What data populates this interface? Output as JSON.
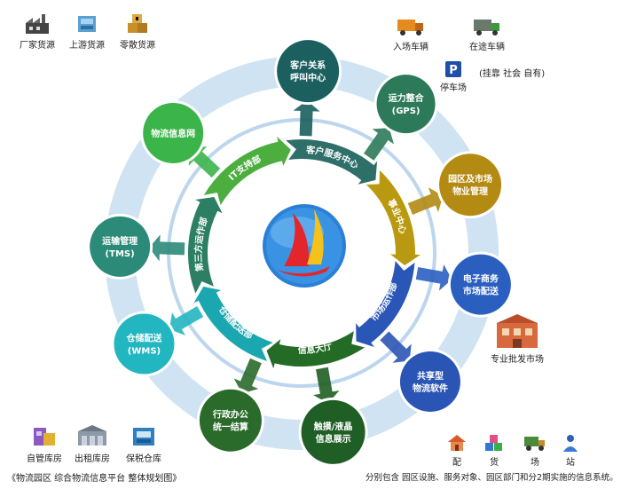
{
  "top_left_sources": [
    {
      "label": "厂家货源",
      "icon": "factory-icon"
    },
    {
      "label": "上游货源",
      "icon": "upstream-goods-icon"
    },
    {
      "label": "零散货源",
      "icon": "boxes-icon"
    }
  ],
  "top_right_vehicles": [
    {
      "label": "入场车辆",
      "icon": "truck-icon"
    },
    {
      "label": "在途车辆",
      "icon": "truck-green-icon"
    }
  ],
  "parking": {
    "label": "停车场",
    "note": "(挂靠   社会  自有)",
    "icon": "parking-icon"
  },
  "outer_nodes": [
    {
      "id": "crm",
      "lines": [
        "客户关系",
        "呼叫中心"
      ],
      "color": "#1b5f5f"
    },
    {
      "id": "gps",
      "lines": [
        "运力整合",
        "(GPS)"
      ],
      "color": "#2d7a5a"
    },
    {
      "id": "park-mgmt",
      "lines": [
        "园区及市场",
        "物业管理"
      ],
      "color": "#b38a12"
    },
    {
      "id": "ecommerce",
      "lines": [
        "电子商务",
        "市场配送"
      ],
      "color": "#2a5fc0"
    },
    {
      "id": "shared-software",
      "lines": [
        "共享型",
        "物流软件"
      ],
      "color": "#2b55b5"
    },
    {
      "id": "touch",
      "lines": [
        "触摸/液晶",
        "信息展示"
      ],
      "color": "#1f5e24"
    },
    {
      "id": "admin",
      "lines": [
        "行政办公",
        "统一结算"
      ],
      "color": "#2a6a2a"
    },
    {
      "id": "wms",
      "lines": [
        "仓储配送",
        "(WMS)"
      ],
      "color": "#22b6c0"
    },
    {
      "id": "tms",
      "lines": [
        "运输管理",
        "(TMS)"
      ],
      "color": "#2c8a78"
    },
    {
      "id": "info-net",
      "lines": [
        "物流信息网"
      ],
      "color": "#3bb54a"
    }
  ],
  "ring_labels": [
    {
      "text": "客户服务中心",
      "color": "#2f6f6a"
    },
    {
      "text": "事业中心",
      "color": "#b9990f"
    },
    {
      "text": "市场运作部",
      "color": "#2a56b8"
    },
    {
      "text": "信息大厅",
      "color": "#246b26"
    },
    {
      "text": "仓储配送部",
      "color": "#1aa7b0"
    },
    {
      "text": "第三方运作部",
      "color": "#2c7f62"
    },
    {
      "text": "IT支持部",
      "color": "#4cae3e"
    }
  ],
  "wholesale": {
    "label": "专业批发市场",
    "icon": "market-building-icon"
  },
  "bottom_left_warehouses": [
    {
      "label": "自管库房",
      "icon": "self-warehouse-icon"
    },
    {
      "label": "出租库房",
      "icon": "rental-warehouse-icon"
    },
    {
      "label": "保税仓库",
      "icon": "bonded-warehouse-icon"
    }
  ],
  "bottom_right_services": [
    {
      "label": "配",
      "icon": "house-icon"
    },
    {
      "label": "货",
      "icon": "cubes-icon"
    },
    {
      "label": "场",
      "icon": "cargo-truck-icon"
    },
    {
      "label": "站",
      "icon": "person-icon"
    }
  ],
  "footer_left": "《物流园区   综合物流信息平台   整体规划图》",
  "footer_right": "分别包含  园区设施、服务对象、园区部门和分2期实施的信息系统。"
}
